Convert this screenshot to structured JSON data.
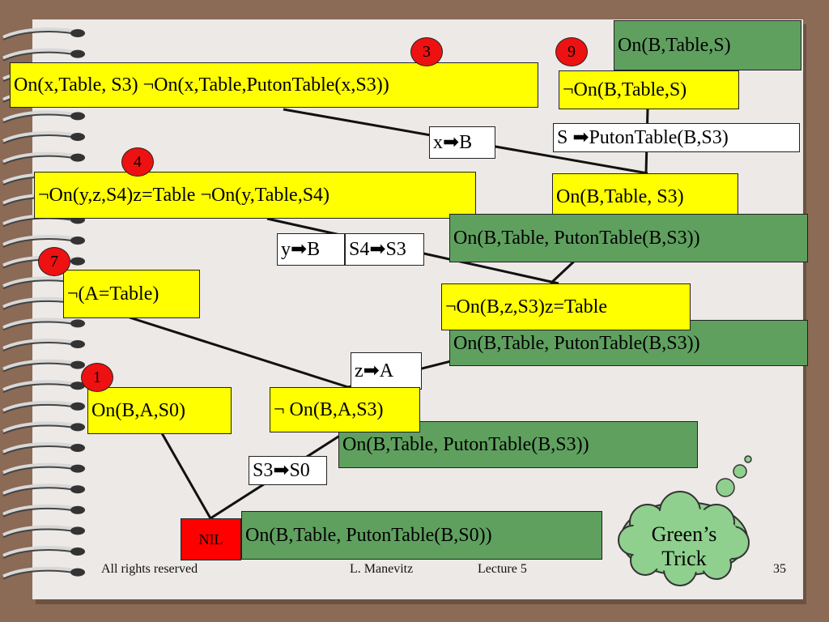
{
  "boxes": {
    "clause3": "On(x,Table, S3) ¬On(x,Table,PutonTable(x,S3))",
    "clause9": "¬On(B,Table,S)",
    "ans9": "On(B,Table,S)",
    "clause4": "¬On(y,z,S4)z=Table  ¬On(y,Table,S4)",
    "resolvent1": "On(B,Table, S3)",
    "ans1": "On(B,Table, PutonTable(B,S3))",
    "clause7": "¬(A=Table)",
    "resolvent2": "¬On(B,z,S3)z=Table",
    "ans2": "On(B,Table, PutonTable(B,S3))",
    "clause1": "On(B,A,S0)",
    "resolvent3": "¬ On(B,A,S3)",
    "ans3": "On(B,Table, PutonTable(B,S3))",
    "nil": "NIL",
    "ans_final": "On(B,Table, PutonTable(B,S0))"
  },
  "substitutions": {
    "x_B": "x➡B",
    "s_putontable": "S ➡PutonTable(B,S3)",
    "y_B": "y➡B",
    "s4_s3": "S4➡S3",
    "z_A": "z➡A",
    "s3_s0": "S3➡S0"
  },
  "badges": {
    "b3": "3",
    "b9": "9",
    "b4": "4",
    "b7": "7",
    "b1": "1"
  },
  "cloud": {
    "line1": "Green’s",
    "line2": "Trick"
  },
  "footer": {
    "left": "All rights reserved",
    "author": "L. Manevitz",
    "lecture": "Lecture 5",
    "page": "35"
  },
  "colors": {
    "yellow": "#ffff00",
    "green": "#5fa05f",
    "red": "#ff0000",
    "badge": "#ee1111"
  }
}
